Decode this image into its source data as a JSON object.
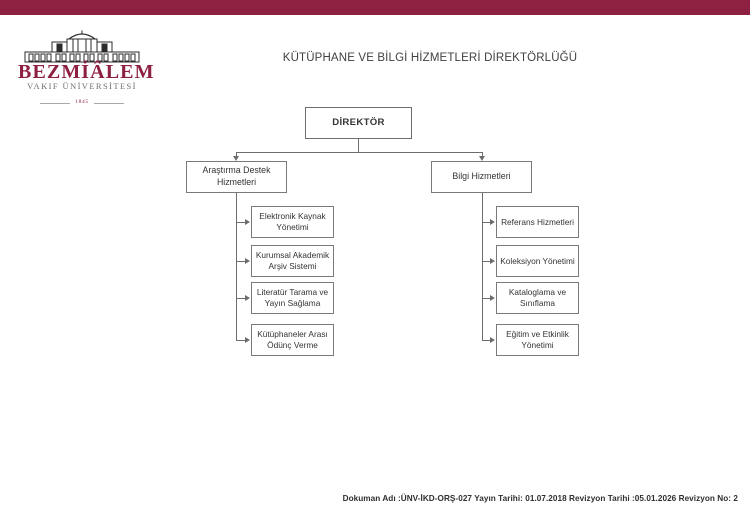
{
  "brand": {
    "bar_color": "#8E2141",
    "logo_name": "BEZMİÂLEM",
    "logo_subtitle": "VAKIF ÜNİVERSİTESİ",
    "logo_year": "1845"
  },
  "header": {
    "title": "KÜTÜPHANE VE BİLGİ HİZMETLERİ DİREKTÖRLÜĞÜ"
  },
  "org_chart": {
    "root": {
      "label": "DİREKTÖR"
    },
    "branches": [
      {
        "label": "Araştırma Destek Hizmetleri",
        "children": [
          {
            "label": "Elektronik Kaynak Yönetimi"
          },
          {
            "label": "Kurumsal Akademik Arşiv Sistemi"
          },
          {
            "label": "Literatür Tarama ve Yayın Sağlama"
          },
          {
            "label": "Kütüphaneler Arası Ödünç Verme"
          }
        ]
      },
      {
        "label": "Bilgi Hizmetleri",
        "children": [
          {
            "label": "Referans Hizmetleri"
          },
          {
            "label": "Koleksiyon Yönetimi"
          },
          {
            "label": "Kataloglama ve Sınıflama"
          },
          {
            "label": "Eğitim ve Etkinlik Yönetimi"
          }
        ]
      }
    ]
  },
  "footer": {
    "text": "Dokuman Adı :ÜNV-İKD-ORŞ-027 Yayın Tarihi: 01.07.2018 Revizyon Tarihi :05.01.2026 Revizyon No: 2"
  }
}
